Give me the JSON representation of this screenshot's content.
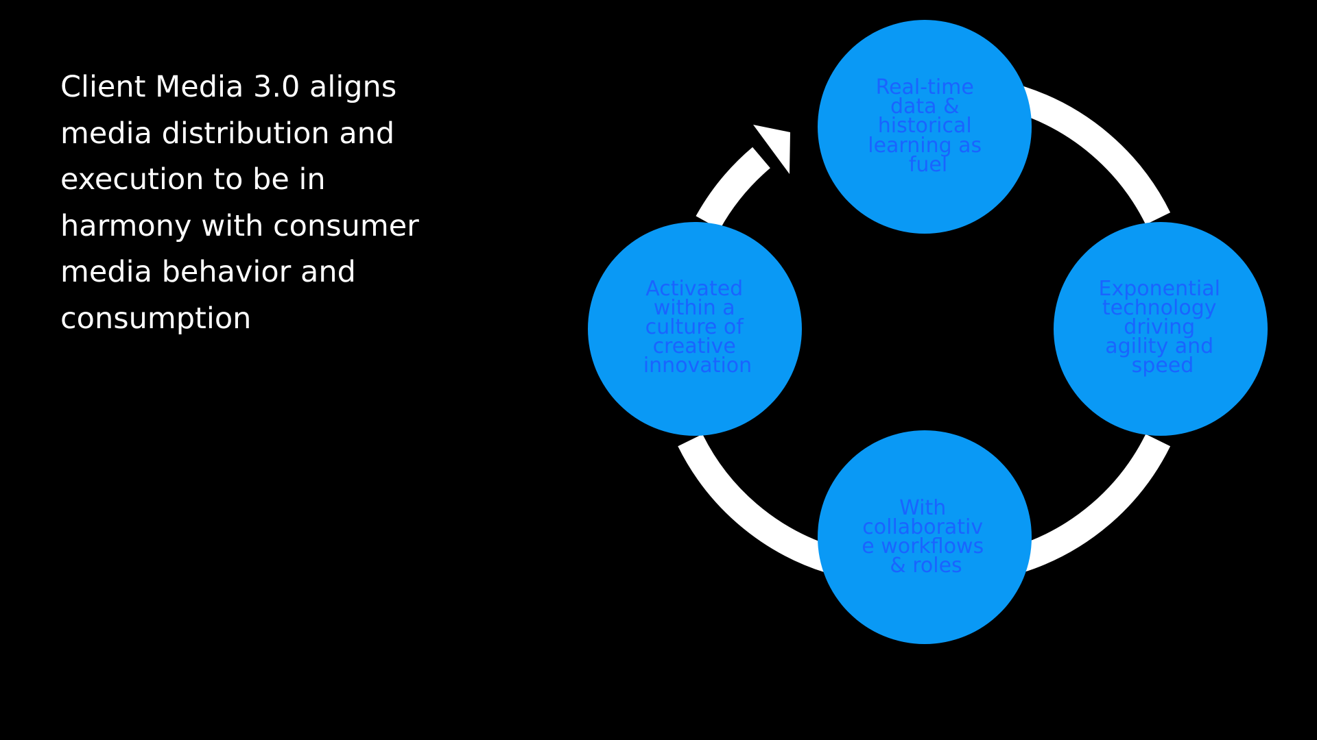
{
  "colors": {
    "background": "#000000",
    "headline_text": "#ffffff",
    "circle_fill": "#0a99f5",
    "circle_text": "#1a64ff",
    "arrow": "#ffffff"
  },
  "headline": {
    "lines": [
      "Client Media 3.0 aligns",
      "media distribution and",
      "execution to be in",
      "harmony with consumer",
      "media behavior and",
      "consumption"
    ]
  },
  "cycle": {
    "nodes": [
      {
        "id": "top",
        "lines": [
          "Real-time",
          "data &",
          "historical",
          "learning as",
          "fuel"
        ]
      },
      {
        "id": "right",
        "lines": [
          "Exponential",
          "technology",
          "driving",
          "agility and",
          "speed"
        ]
      },
      {
        "id": "bottom",
        "lines": [
          "With",
          "collaborativ",
          "e workflows",
          "& roles"
        ]
      },
      {
        "id": "left",
        "lines": [
          "Activated",
          "within a",
          "culture of",
          "creative",
          "innovation"
        ]
      }
    ]
  }
}
